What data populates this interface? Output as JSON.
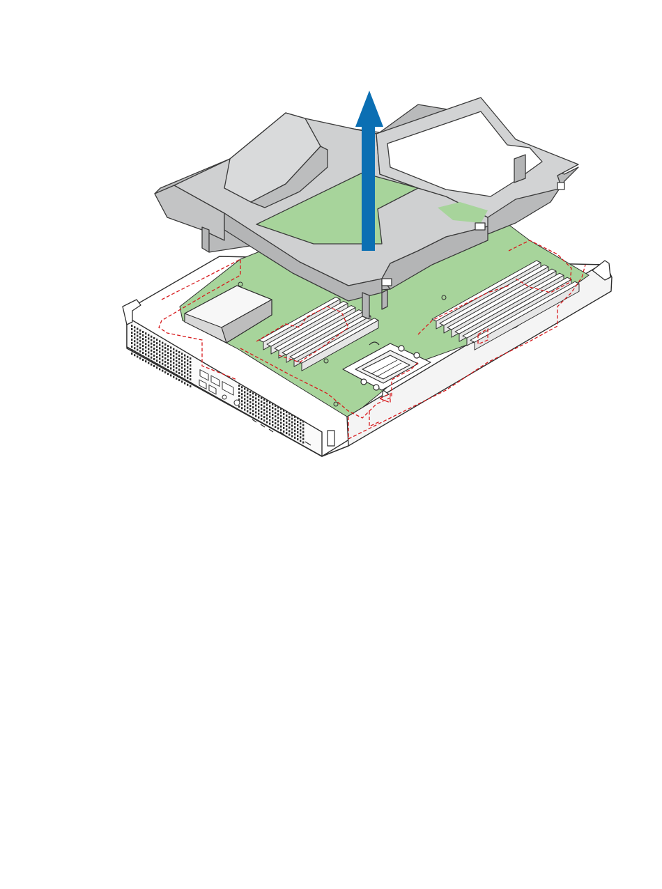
{
  "figure": {
    "caption": "",
    "components": [
      {
        "id": "air-duct",
        "icon": "air-duct-shroud"
      },
      {
        "id": "lift-arrow",
        "icon": "arrow-up-icon"
      },
      {
        "id": "chassis-tray",
        "icon": "server-tray"
      },
      {
        "id": "motherboard",
        "icon": "pcb-board"
      },
      {
        "id": "cpu-socket",
        "icon": "processor-socket"
      },
      {
        "id": "dimm-bank-left",
        "icon": "memory-slots"
      },
      {
        "id": "dimm-bank-right",
        "icon": "memory-slots"
      },
      {
        "id": "storage-module",
        "icon": "drive-box"
      },
      {
        "id": "front-io",
        "icon": "io-panel"
      }
    ],
    "colors": {
      "duct_fill": "#c8c9ca",
      "duct_top": "#d9dadb",
      "duct_stroke": "#3a3a3a",
      "board": "#a7d49b",
      "arrow": "#0b6fb3",
      "outline": "#d7191c",
      "chassis": "#ffffff",
      "line": "#2f2f2f"
    }
  }
}
